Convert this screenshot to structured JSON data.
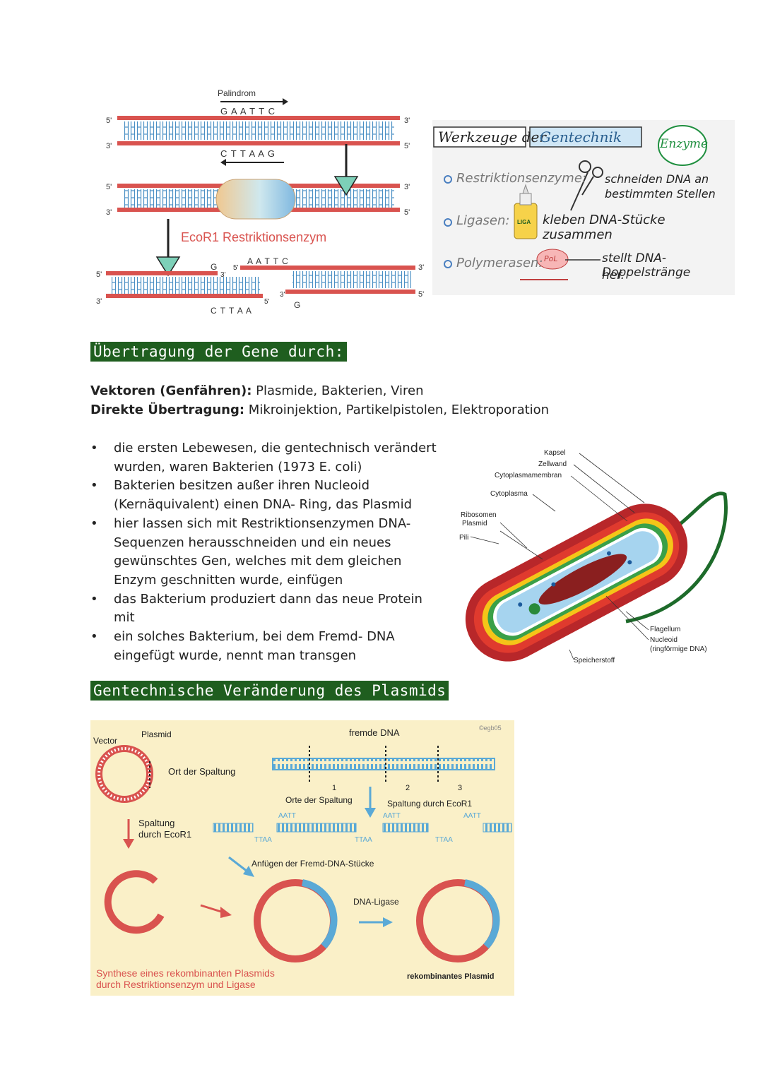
{
  "dna_figure": {
    "palindrome": "Palindrom",
    "top_seq": "G A A T T C",
    "bottom_seq": "C T T A A G",
    "enzyme": "EcoR1 Restriktionsenzym",
    "cut_right_top": "A A T T C",
    "cut_left_top": "G",
    "cut_left_bottom": "C T T A A",
    "cut_right_bottom": "G",
    "end_5": "5'",
    "end_3": "3'"
  },
  "tools": {
    "title_part1": "Werkzeuge der",
    "title_part2": "Gentechnik",
    "badge": "Enzyme",
    "items": [
      {
        "name": "Restriktionsenzyme:",
        "desc_line1": "schneiden DNA an",
        "desc_line2": "bestimmten Stellen"
      },
      {
        "name": "Ligasen:",
        "icon_label": "LIGA",
        "desc_line1": "kleben DNA-Stücke zusammen"
      },
      {
        "name": "Polymerasen:",
        "icon_label": "PoL",
        "desc_line1": "stellt DNA-Doppelstränge",
        "desc_line2": "her."
      }
    ]
  },
  "section1": {
    "heading": "Übertragung der Gene durch:",
    "vectors_label": "Vektoren (Genfähren):",
    "vectors_text": " Plasmide, Bakterien, Viren",
    "direct_label": "Direkte Übertragung:",
    "direct_text": " Mikroinjektion, Partikelpistolen, Elektroporation"
  },
  "bullets": [
    "die ersten Lebewesen, die gentechnisch verändert wurden, waren Bakterien (1973 E. coli)",
    "Bakterien besitzen außer ihren Nucleoid (Kernäquivalent) einen DNA- Ring, das Plasmid",
    "hier lassen sich mit Restriktionsenzymen DNA-Sequenzen herausschneiden und ein neues gewünschtes Gen, welches mit dem gleichen Enzym geschnitten wurde, einfügen",
    "das Bakterium produziert dann das neue Protein mit",
    "ein solches Bakterium, bei dem Fremd- DNA eingefügt wurde, nennt man transgen"
  ],
  "bacterium": {
    "kapsel": "Kapsel",
    "zellwand": "Zellwand",
    "membran": "Cytoplasmamembran",
    "cytoplasma": "Cytoplasma",
    "ribosomen": "Ribosomen",
    "plasmid": "Plasmid",
    "pili": "Pili",
    "flagellum": "Flagellum",
    "nucleoid": "Nucleoid",
    "nucleoid_sub": "(ringförmige DNA)",
    "speicher": "Speicherstoff"
  },
  "section2": {
    "heading": "Gentechnische Veränderung des Plasmids"
  },
  "plasmid_figure": {
    "vector": "Vector",
    "plasmid": "Plasmid",
    "fremde_dna": "fremde DNA",
    "copyright": "©egb05",
    "ort_spaltung": "Ort der Spaltung",
    "orte_spaltung": "Orte der Spaltung",
    "spaltung_ecor1": "Spaltung durch EcoR1",
    "spaltung1": "Spaltung",
    "spaltung2": "durch EcoR1",
    "n1": "1",
    "n2": "2",
    "n3": "3",
    "aatt": "AATT",
    "ttaa": "TTAA",
    "anfuegen": "Anfügen der Fremd-DNA-Stücke",
    "ligase": "DNA-Ligase",
    "synth1": "Synthese eines rekombinanten Plasmids",
    "synth2": "durch Restriktionsenzym und Ligase",
    "rekomb": "rekombinantes Plasmid"
  },
  "colors": {
    "highlight": "#1f5e1f",
    "dna_red": "#d9534f",
    "fremd_blue": "#5aa9d6",
    "panel_bg": "#faf0c8"
  }
}
